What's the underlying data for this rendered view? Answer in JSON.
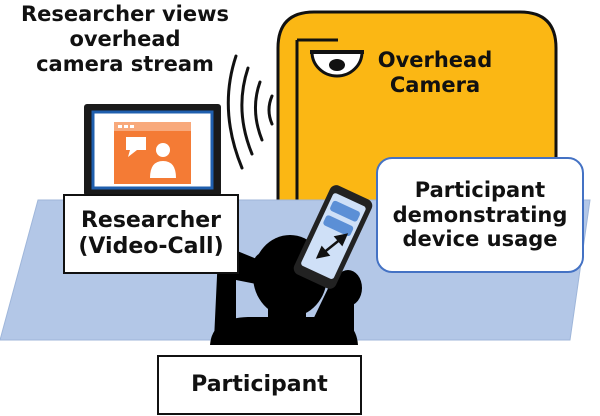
{
  "labels": {
    "researcher_views": [
      "Researcher views",
      "overhead",
      "camera stream"
    ],
    "overhead_camera": [
      "Overhead",
      "Camera"
    ],
    "researcher": [
      "Researcher",
      "(Video-Call)"
    ],
    "participant_demonstrating": [
      "Participant",
      "demonstrating",
      "device usage"
    ],
    "participant": "Participant"
  },
  "colors": {
    "camera_panel": "#FBB714",
    "table": "#B3C7E7",
    "video_icon": "#F47B35",
    "laptop_screen_border": "#1F5FAE",
    "callout_border": "#4472C4",
    "phone_screen": "#CFE0F7",
    "phone_button": "#5B8FD6",
    "silhouette": "#000000"
  },
  "icons": [
    "wifi-signal-icon",
    "dome-camera-icon",
    "video-call-icon",
    "resize-arrow-icon"
  ]
}
